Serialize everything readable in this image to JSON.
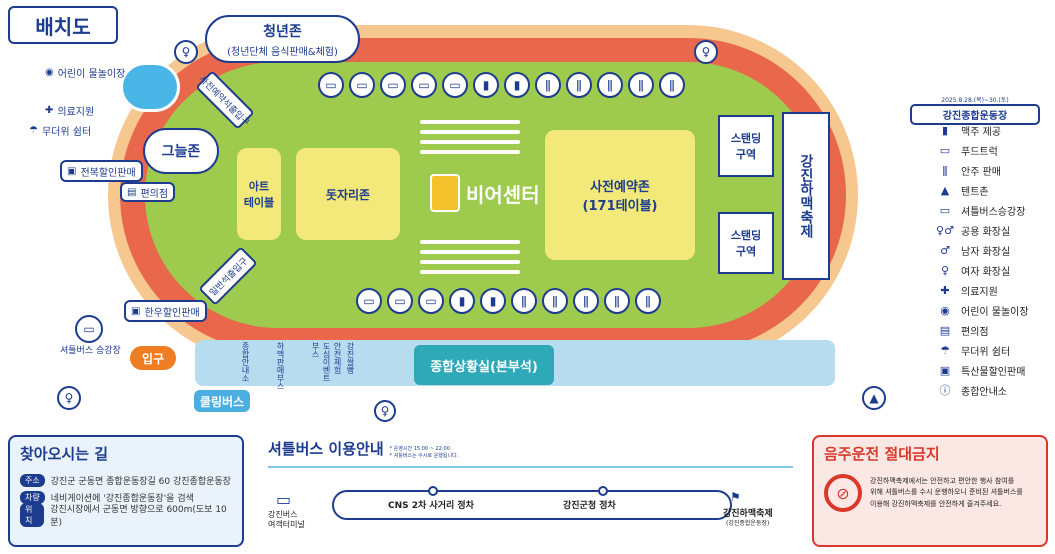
{
  "title": "배치도",
  "youth_zone": {
    "name": "청년존",
    "desc": "(청년단체 음식판매&체험)"
  },
  "event": {
    "date": "2025.8.28.(목)~30.(토)",
    "venue": "강진종합운동장"
  },
  "zones": {
    "shade": "그늘존",
    "art_table": "아트\n테이블",
    "mat_zone": "돗자리존",
    "beer_center": "비어센터",
    "reserved": "사전예약존\n(171테이블)",
    "standing_top": "스탠딩\n구역",
    "standing_bottom": "스탠딩\n구역",
    "stage": "강진하맥축제",
    "entrance_reserved": "사전예약석출입구",
    "entrance_general": "일반석출입구",
    "entrance": "입구",
    "control": "종합상황실(본부석)",
    "cooling_bus": "쿨링버스"
  },
  "left_labels": {
    "water_park": "어린이 물놀이장",
    "medical": "의료지원",
    "shelter": "무더위 쉼터",
    "jeonbuk_sale": "전복할인판매",
    "convenience": "편의점",
    "hanwoo_sale": "한우할인판매",
    "shuttle_stop": "셔틀버스 승강장"
  },
  "bottom_booths": [
    "종합안내소",
    "하맥판매부스",
    "안전체험\n도심이벤트\n부스",
    "강진쌀빵"
  ],
  "legend": [
    {
      "icon": "beer-icon",
      "label": "맥주 제공"
    },
    {
      "icon": "food-truck-icon",
      "label": "푸드트럭"
    },
    {
      "icon": "snack-icon",
      "label": "안주 판매"
    },
    {
      "icon": "tent-icon",
      "label": "텐트촌"
    },
    {
      "icon": "bus-icon",
      "label": "셔틀버스승강장"
    },
    {
      "icon": "restroom-icon",
      "label": "공용 화장실"
    },
    {
      "icon": "male-icon",
      "label": "남자 화장실"
    },
    {
      "icon": "female-icon",
      "label": "여자 화장실"
    },
    {
      "icon": "medical-icon",
      "label": "의료지원"
    },
    {
      "icon": "water-park-icon",
      "label": "어린이 물놀이장"
    },
    {
      "icon": "store-icon",
      "label": "편의점"
    },
    {
      "icon": "shelter-icon",
      "label": "무더위 쉼터"
    },
    {
      "icon": "bag-icon",
      "label": "특산물할인판매"
    },
    {
      "icon": "info-icon",
      "label": "종합안내소"
    }
  ],
  "directions": {
    "title": "찾아오시는 길",
    "rows": [
      {
        "tag": "주소",
        "text": "강진군 군동면 종합운동장길 60 강진종합운동장"
      },
      {
        "tag": "차량",
        "text": "네비게이션에 '강진종합운동장'을 검색"
      },
      {
        "tag": "위치",
        "text": "강진시장에서 군동면 방향으로 600m(도보 10분)"
      }
    ]
  },
  "shuttle": {
    "title": "셔틀버스 이용안내",
    "note1": "* 운영시간 15:00 ~ 22:00",
    "note2": "* 셔틀버스는 수시로 운행됩니다.",
    "start": "강진버스\n여객터미널",
    "stop1": "CNS 2차 사거리 정차",
    "stop2": "강진군청 정차",
    "end": "강진하맥축제",
    "end_sub": "(강진종합운동장)"
  },
  "no_drink": {
    "title": "음주운전 절대금지",
    "line1": "강진하맥축제에서는 안전하고 편안한 행사 참여를",
    "line2": "위해 셔틀버스를 수시 운행하오니 준비된 셔틀버스를",
    "line3": "이용해 강진하맥축제를 안전하게 즐겨주세요."
  }
}
